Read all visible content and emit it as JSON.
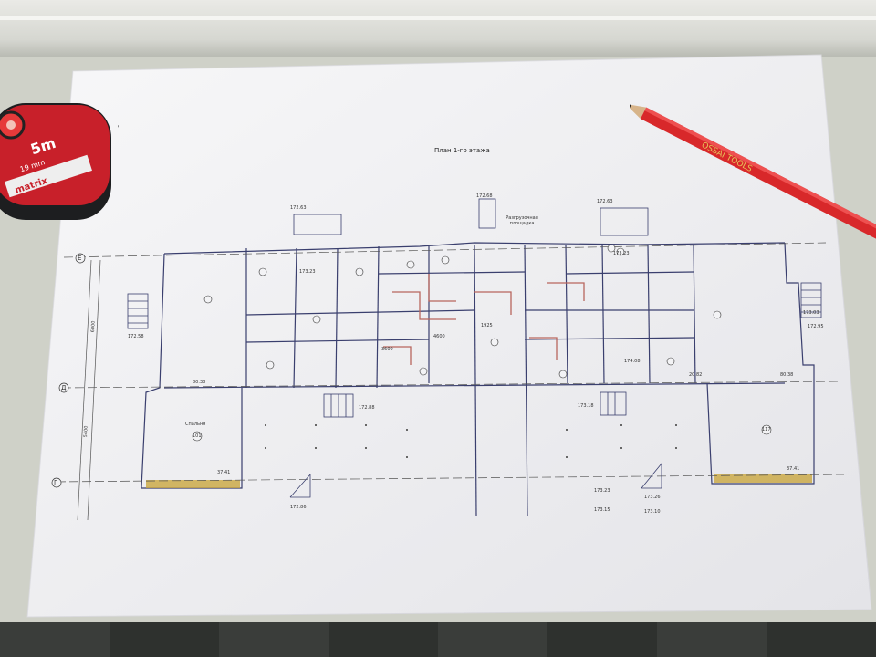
{
  "plan": {
    "title": "План 1-го этажа",
    "room_label": "Спальня",
    "room_number": "101",
    "room_number_right": "117",
    "sign_top": "Разгрузочная площадка",
    "axes": {
      "e": "Е",
      "d": "Д",
      "g": "Г"
    },
    "levels": [
      "172.63",
      "172.68",
      "172.63",
      "172.88",
      "173.18",
      "173.23",
      "173.15",
      "173.26",
      "173.10",
      "172.86",
      "172.58",
      "172.95",
      "173.03",
      "173.23",
      "174.08",
      "173.23"
    ],
    "dims": [
      "37.41",
      "37.41",
      "20.82",
      "80.38",
      "80.38",
      "4600",
      "3600",
      "1925",
      "6000",
      "5400"
    ]
  },
  "tape": {
    "brand": "matrix",
    "size": "5m",
    "width": "19 mm"
  },
  "pencil": {
    "brand": "OSSAI TOOLS"
  },
  "colors": {
    "paper": "#f4f4f6",
    "pencil": "#d8282a",
    "tape": "#c8202a",
    "line": "#3a3f6e",
    "hatch": "#c9a640"
  }
}
